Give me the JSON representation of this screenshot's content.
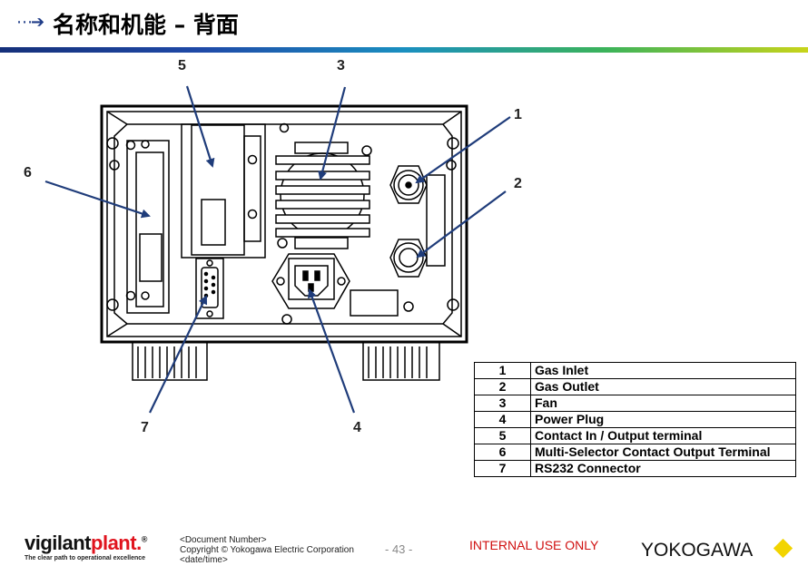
{
  "slide": {
    "title_arrow": "⋯➔",
    "title": "名称和机能 – 背面",
    "page_number": "- 43 -",
    "internal_label": "INTERNAL USE ONLY"
  },
  "callouts": [
    {
      "id": "1",
      "text": "1"
    },
    {
      "id": "2",
      "text": "2"
    },
    {
      "id": "3",
      "text": "3"
    },
    {
      "id": "4",
      "text": "4"
    },
    {
      "id": "5",
      "text": "5"
    },
    {
      "id": "6",
      "text": "6"
    },
    {
      "id": "7",
      "text": "7"
    }
  ],
  "legend": [
    {
      "num": "1",
      "label": "Gas Inlet"
    },
    {
      "num": "2",
      "label": "Gas Outlet"
    },
    {
      "num": "3",
      "label": "Fan"
    },
    {
      "num": "4",
      "label": "Power Plug"
    },
    {
      "num": "5",
      "label": "Contact In / Output terminal"
    },
    {
      "num": "6",
      "label": "Multi-Selector Contact Output Terminal"
    },
    {
      "num": "7",
      "label": "RS232 Connector"
    }
  ],
  "footer": {
    "logo_part1": "vigilant",
    "logo_part2": "plant.",
    "logo_mark": "®",
    "tagline": "The clear path to operational excellence",
    "doc_number": "<Document  Number>",
    "copyright": "Copyright © Yokogawa Electric Corporation",
    "date_time": "<date/time>",
    "brand": "YOKOGAWA"
  },
  "colors": {
    "callout_arrow": "#1f3c7a",
    "title_arrow": "#1f3c88",
    "internal_text": "#d01010",
    "brand_diamond": "#f2d400"
  }
}
